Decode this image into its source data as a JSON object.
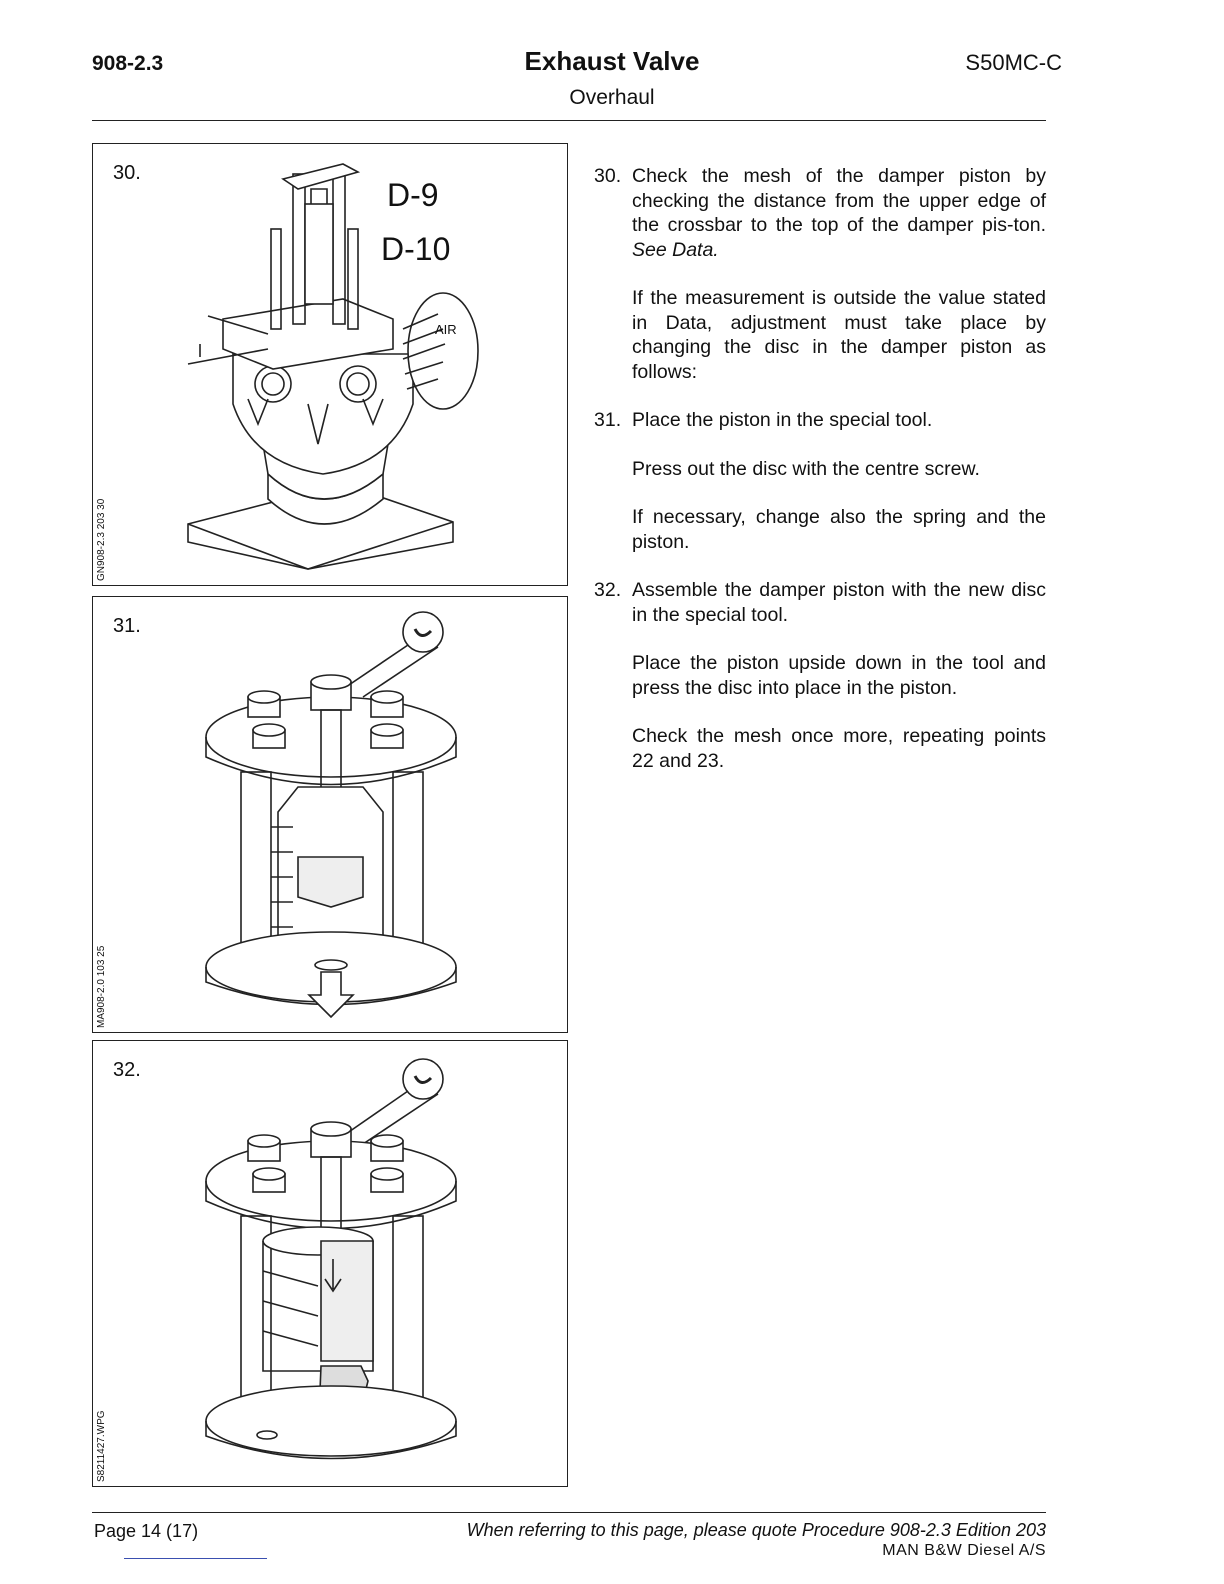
{
  "header": {
    "doc_number": "908-2.3",
    "title": "Exhaust Valve",
    "subtitle": "Overhaul",
    "engine": "S50MC-C"
  },
  "figures": [
    {
      "number": "30.",
      "code": "GN908-2.3 203 30",
      "labels": [
        "D-9",
        "D-10"
      ],
      "air_label": "AIR"
    },
    {
      "number": "31.",
      "code": "MA908-2.0 103 25"
    },
    {
      "number": "32.",
      "code": "S8211427.WPG"
    }
  ],
  "steps": [
    {
      "number": "30.",
      "paragraphs": [
        "Check the mesh of the damper piston by checking the distance from the upper edge of the crossbar to the top of the damper pis-ton. ",
        "If the measurement is outside the value stated in Data, adjustment must take place by changing the disc in the damper piston as follows:"
      ],
      "see_data": "See Data."
    },
    {
      "number": "31.",
      "paragraphs": [
        "Place the piston in the special tool.",
        "Press out the disc with the centre screw.",
        "If necessary, change also the spring and the piston."
      ]
    },
    {
      "number": "32.",
      "paragraphs": [
        "Assemble the damper piston with the new disc in the special tool.",
        "Place the piston upside down in the tool and press the disc into place in the piston.",
        "Check the mesh once more, repeating points 22 and 23."
      ]
    }
  ],
  "footer": {
    "page": "Page 14 (17)",
    "reference": "When referring to this page, please quote Procedure 908-2.3 Edition 203",
    "company": "MAN B&W Diesel A/S"
  }
}
